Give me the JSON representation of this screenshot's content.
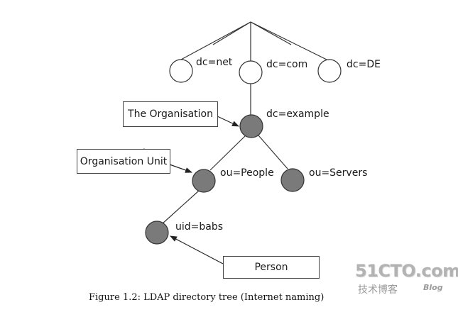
{
  "nodes": {
    "dc_net": "dc=net",
    "dc_com": "dc=com",
    "dc_de": "dc=DE",
    "dc_example": "dc=example",
    "ou_people": "ou=People",
    "ou_servers": "ou=Servers",
    "uid_babs": "uid=babs"
  },
  "annotations": {
    "organisation": "The Organisation",
    "organisation_unit": "Organisation Unit",
    "person": "Person"
  },
  "caption": "Figure 1.2: LDAP directory tree (Internet naming)",
  "watermark": {
    "logo": "51CTO.com",
    "subtitle": "技术博客",
    "blog": "Blog"
  },
  "colors": {
    "filled_node": "#7a7a7a",
    "empty_node": "#ffffff",
    "line": "#333333"
  }
}
